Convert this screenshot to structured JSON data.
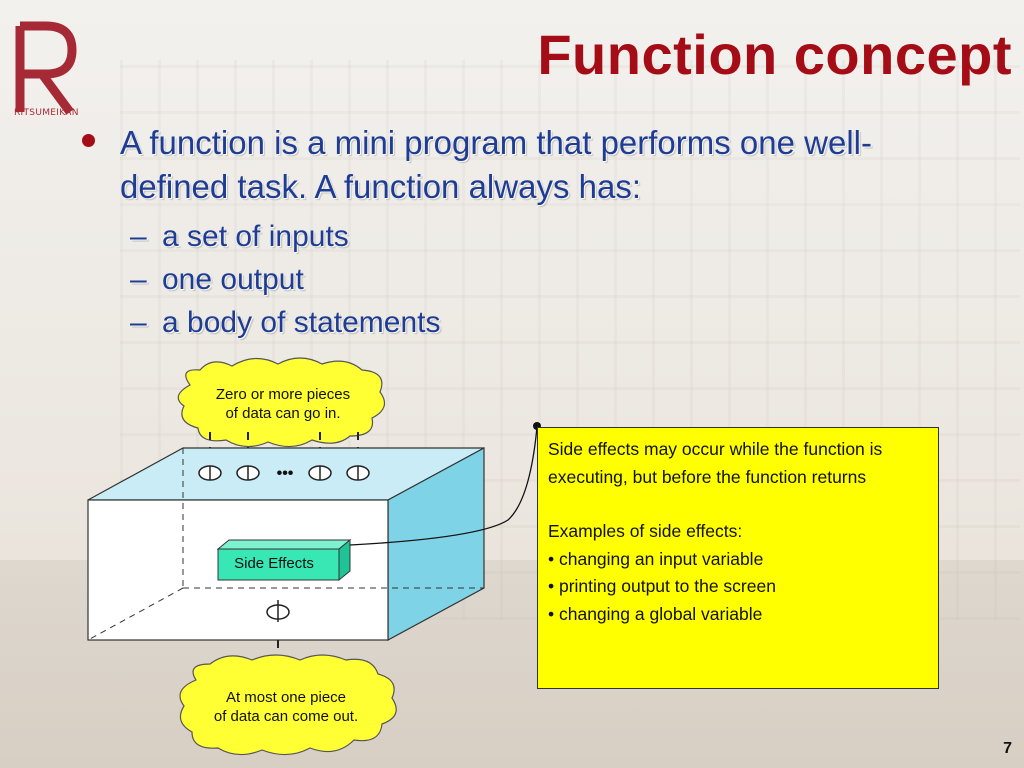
{
  "logo": {
    "wordmark": "RITSUMEIKAN"
  },
  "slide": {
    "title": "Function concept",
    "main_bullet": "A function is a mini program that performs one well-defined task. A function always has:",
    "sub_bullets": [
      {
        "dash": "–",
        "text": "a set of inputs"
      },
      {
        "dash": "–",
        "text": "one output"
      },
      {
        "dash": "–",
        "text": "a body of statements"
      }
    ],
    "page_number": "7"
  },
  "diagram": {
    "input_cloud": {
      "line1": "Zero or more pieces",
      "line2": "of data can go in."
    },
    "ellipsis": "•••",
    "side_effects_box": "Side Effects",
    "output_cloud": {
      "line1": "At most one piece",
      "line2": "of data can come out."
    }
  },
  "info_box": {
    "para1": "Side effects may occur while the function is executing, but before the function returns",
    "examples_heading": "Examples of side effects:",
    "examples": [
      "• changing an input variable",
      "• printing output to the screen",
      "• changing a global variable"
    ]
  },
  "colors": {
    "title": "#a50d16",
    "bullet_text": "#1e3c94",
    "cloud": "#ffff33",
    "box_front": "#ffffff",
    "box_top": "#c9ecf6",
    "box_side": "#7fd3e6",
    "side_effects_fill": "#38e7b3",
    "info_box": "#ffff00"
  }
}
